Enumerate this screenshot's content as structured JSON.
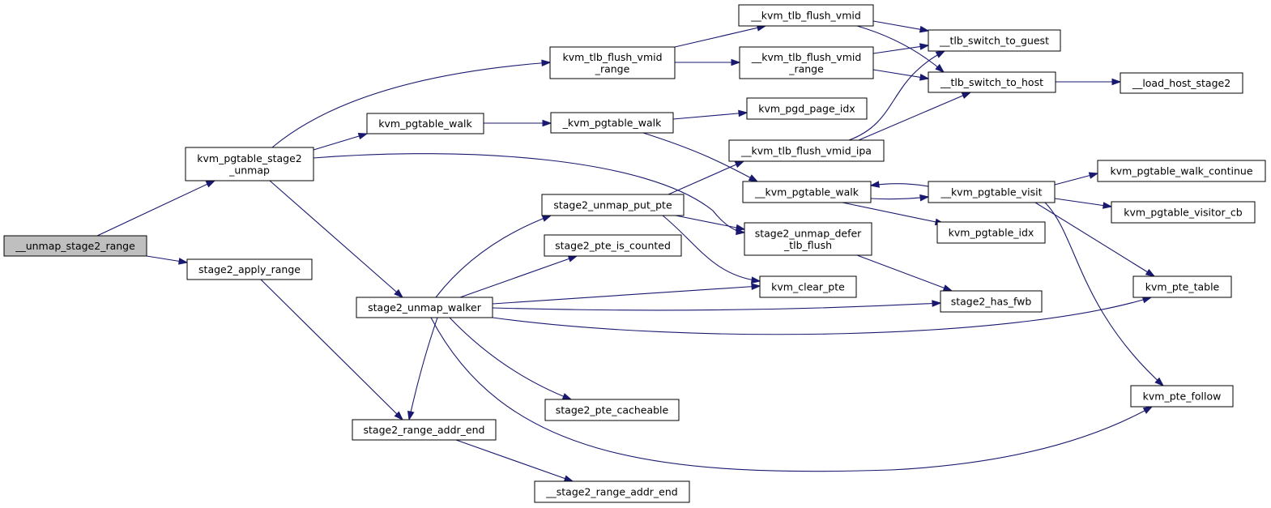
{
  "colors": {
    "edge": "#191970",
    "root_fill": "#bfbfbf",
    "node_fill": "#ffffff",
    "node_border": "#000000"
  },
  "nodes": [
    {
      "id": "unmap_stage2_range",
      "lines": [
        "__unmap_stage2_range"
      ],
      "root": true
    },
    {
      "id": "kvm_pgtable_stage2_unmap",
      "lines": [
        "kvm_pgtable_stage2",
        "_unmap"
      ]
    },
    {
      "id": "stage2_apply_range",
      "lines": [
        "stage2_apply_range"
      ]
    },
    {
      "id": "kvm_tlb_flush_vmid_range",
      "lines": [
        "kvm_tlb_flush_vmid",
        "_range"
      ]
    },
    {
      "id": "kvm_pgtable_walk",
      "lines": [
        "kvm_pgtable_walk"
      ]
    },
    {
      "id": "stage2_unmap_walker",
      "lines": [
        "stage2_unmap_walker"
      ]
    },
    {
      "id": "stage2_range_addr_end",
      "lines": [
        "stage2_range_addr_end"
      ]
    },
    {
      "id": "u_stage2_range_addr_end",
      "lines": [
        "__stage2_range_addr_end"
      ]
    },
    {
      "id": "u_kvm_tlb_flush_vmid",
      "lines": [
        "__kvm_tlb_flush_vmid"
      ]
    },
    {
      "id": "u_kvm_tlb_flush_vmid_range",
      "lines": [
        "__kvm_tlb_flush_vmid",
        "_range"
      ]
    },
    {
      "id": "u_kvm_pgtable_walk",
      "lines": [
        "_kvm_pgtable_walk"
      ]
    },
    {
      "id": "kvm_pgd_page_idx",
      "lines": [
        "kvm_pgd_page_idx"
      ]
    },
    {
      "id": "u_kvm_tlb_flush_vmid_ipa",
      "lines": [
        "__kvm_tlb_flush_vmid_ipa"
      ]
    },
    {
      "id": "uu_kvm_pgtable_walk",
      "lines": [
        "__kvm_pgtable_walk"
      ]
    },
    {
      "id": "stage2_unmap_put_pte",
      "lines": [
        "stage2_unmap_put_pte"
      ]
    },
    {
      "id": "stage2_unmap_defer_tlb_flush",
      "lines": [
        "stage2_unmap_defer",
        "_tlb_flush"
      ]
    },
    {
      "id": "stage2_pte_is_counted",
      "lines": [
        "stage2_pte_is_counted"
      ]
    },
    {
      "id": "kvm_clear_pte",
      "lines": [
        "kvm_clear_pte"
      ]
    },
    {
      "id": "stage2_pte_cacheable",
      "lines": [
        "stage2_pte_cacheable"
      ]
    },
    {
      "id": "tlb_switch_to_guest",
      "lines": [
        "__tlb_switch_to_guest"
      ]
    },
    {
      "id": "tlb_switch_to_host",
      "lines": [
        "__tlb_switch_to_host"
      ]
    },
    {
      "id": "load_host_stage2",
      "lines": [
        "__load_host_stage2"
      ]
    },
    {
      "id": "u_kvm_pgtable_visit",
      "lines": [
        "__kvm_pgtable_visit"
      ]
    },
    {
      "id": "kvm_pgtable_idx",
      "lines": [
        "kvm_pgtable_idx"
      ]
    },
    {
      "id": "stage2_has_fwb",
      "lines": [
        "stage2_has_fwb"
      ]
    },
    {
      "id": "kvm_pgtable_walk_continue",
      "lines": [
        "kvm_pgtable_walk_continue"
      ]
    },
    {
      "id": "kvm_pgtable_visitor_cb",
      "lines": [
        "kvm_pgtable_visitor_cb"
      ]
    },
    {
      "id": "kvm_pte_table",
      "lines": [
        "kvm_pte_table"
      ]
    },
    {
      "id": "kvm_pte_follow",
      "lines": [
        "kvm_pte_follow"
      ]
    }
  ],
  "edges": [
    [
      "unmap_stage2_range",
      "kvm_pgtable_stage2_unmap"
    ],
    [
      "unmap_stage2_range",
      "stage2_apply_range"
    ],
    [
      "kvm_pgtable_stage2_unmap",
      "kvm_tlb_flush_vmid_range"
    ],
    [
      "kvm_pgtable_stage2_unmap",
      "kvm_pgtable_walk"
    ],
    [
      "kvm_pgtable_stage2_unmap",
      "stage2_unmap_defer_tlb_flush"
    ],
    [
      "kvm_pgtable_stage2_unmap",
      "stage2_unmap_walker"
    ],
    [
      "stage2_apply_range",
      "stage2_range_addr_end"
    ],
    [
      "stage2_range_addr_end",
      "u_stage2_range_addr_end"
    ],
    [
      "kvm_tlb_flush_vmid_range",
      "u_kvm_tlb_flush_vmid"
    ],
    [
      "kvm_tlb_flush_vmid_range",
      "u_kvm_tlb_flush_vmid_range"
    ],
    [
      "u_kvm_tlb_flush_vmid",
      "tlb_switch_to_guest"
    ],
    [
      "u_kvm_tlb_flush_vmid",
      "tlb_switch_to_host"
    ],
    [
      "u_kvm_tlb_flush_vmid_range",
      "tlb_switch_to_guest"
    ],
    [
      "u_kvm_tlb_flush_vmid_range",
      "tlb_switch_to_host"
    ],
    [
      "tlb_switch_to_host",
      "load_host_stage2"
    ],
    [
      "kvm_pgtable_walk",
      "u_kvm_pgtable_walk"
    ],
    [
      "u_kvm_pgtable_walk",
      "kvm_pgd_page_idx"
    ],
    [
      "u_kvm_pgtable_walk",
      "uu_kvm_pgtable_walk"
    ],
    [
      "u_kvm_tlb_flush_vmid_ipa",
      "tlb_switch_to_guest"
    ],
    [
      "u_kvm_tlb_flush_vmid_ipa",
      "tlb_switch_to_host"
    ],
    [
      "uu_kvm_pgtable_walk",
      "u_kvm_pgtable_visit"
    ],
    [
      "uu_kvm_pgtable_walk",
      "kvm_pgtable_idx"
    ],
    [
      "u_kvm_pgtable_visit",
      "uu_kvm_pgtable_walk"
    ],
    [
      "u_kvm_pgtable_visit",
      "kvm_pgtable_walk_continue"
    ],
    [
      "u_kvm_pgtable_visit",
      "kvm_pgtable_visitor_cb"
    ],
    [
      "u_kvm_pgtable_visit",
      "kvm_pte_table"
    ],
    [
      "u_kvm_pgtable_visit",
      "kvm_pte_follow"
    ],
    [
      "stage2_unmap_walker",
      "stage2_unmap_put_pte"
    ],
    [
      "stage2_unmap_walker",
      "stage2_pte_is_counted"
    ],
    [
      "stage2_unmap_walker",
      "kvm_clear_pte"
    ],
    [
      "stage2_unmap_walker",
      "stage2_has_fwb"
    ],
    [
      "stage2_unmap_walker",
      "kvm_pte_table"
    ],
    [
      "stage2_unmap_walker",
      "stage2_pte_cacheable"
    ],
    [
      "stage2_unmap_walker",
      "stage2_range_addr_end"
    ],
    [
      "stage2_unmap_walker",
      "kvm_pte_follow"
    ],
    [
      "stage2_unmap_put_pte",
      "u_kvm_tlb_flush_vmid_ipa"
    ],
    [
      "stage2_unmap_put_pte",
      "stage2_unmap_defer_tlb_flush"
    ],
    [
      "stage2_unmap_put_pte",
      "kvm_clear_pte"
    ],
    [
      "stage2_unmap_defer_tlb_flush",
      "stage2_has_fwb"
    ]
  ]
}
